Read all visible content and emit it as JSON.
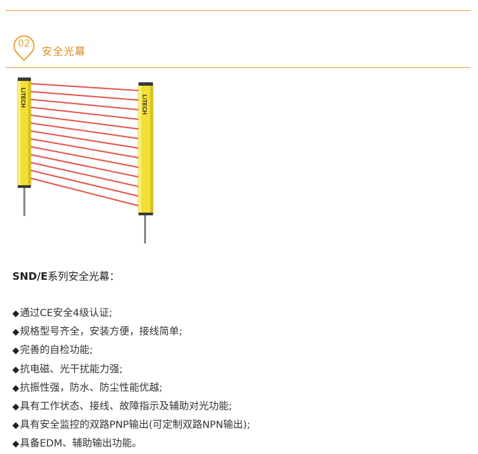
{
  "section": {
    "number": "02",
    "title": "安全光幕"
  },
  "product": {
    "brand_label": "LiTECH",
    "beam_count": 13,
    "colors": {
      "housing": "#f3df35",
      "housing_shade": "#d9c224",
      "beam": "#e0392b",
      "accent": "#e8a33a"
    }
  },
  "spec": {
    "title_model": "SND/E",
    "title_rest": "系列安全光幕：",
    "bullet_symbol": "◆",
    "features": [
      "通过CE安全4级认证;",
      "规格型号齐全，安装方便，接线简单;",
      "完善的自检功能;",
      "抗电磁、光干扰能力强;",
      "抗振性强，防水、防尘性能优越;",
      "具有工作状态、接线、故障指示及辅助对光功能;",
      "具有安全监控的双路PNP输出(可定制双路NPN输出);",
      "具备EDM、辅助输出功能。"
    ]
  }
}
